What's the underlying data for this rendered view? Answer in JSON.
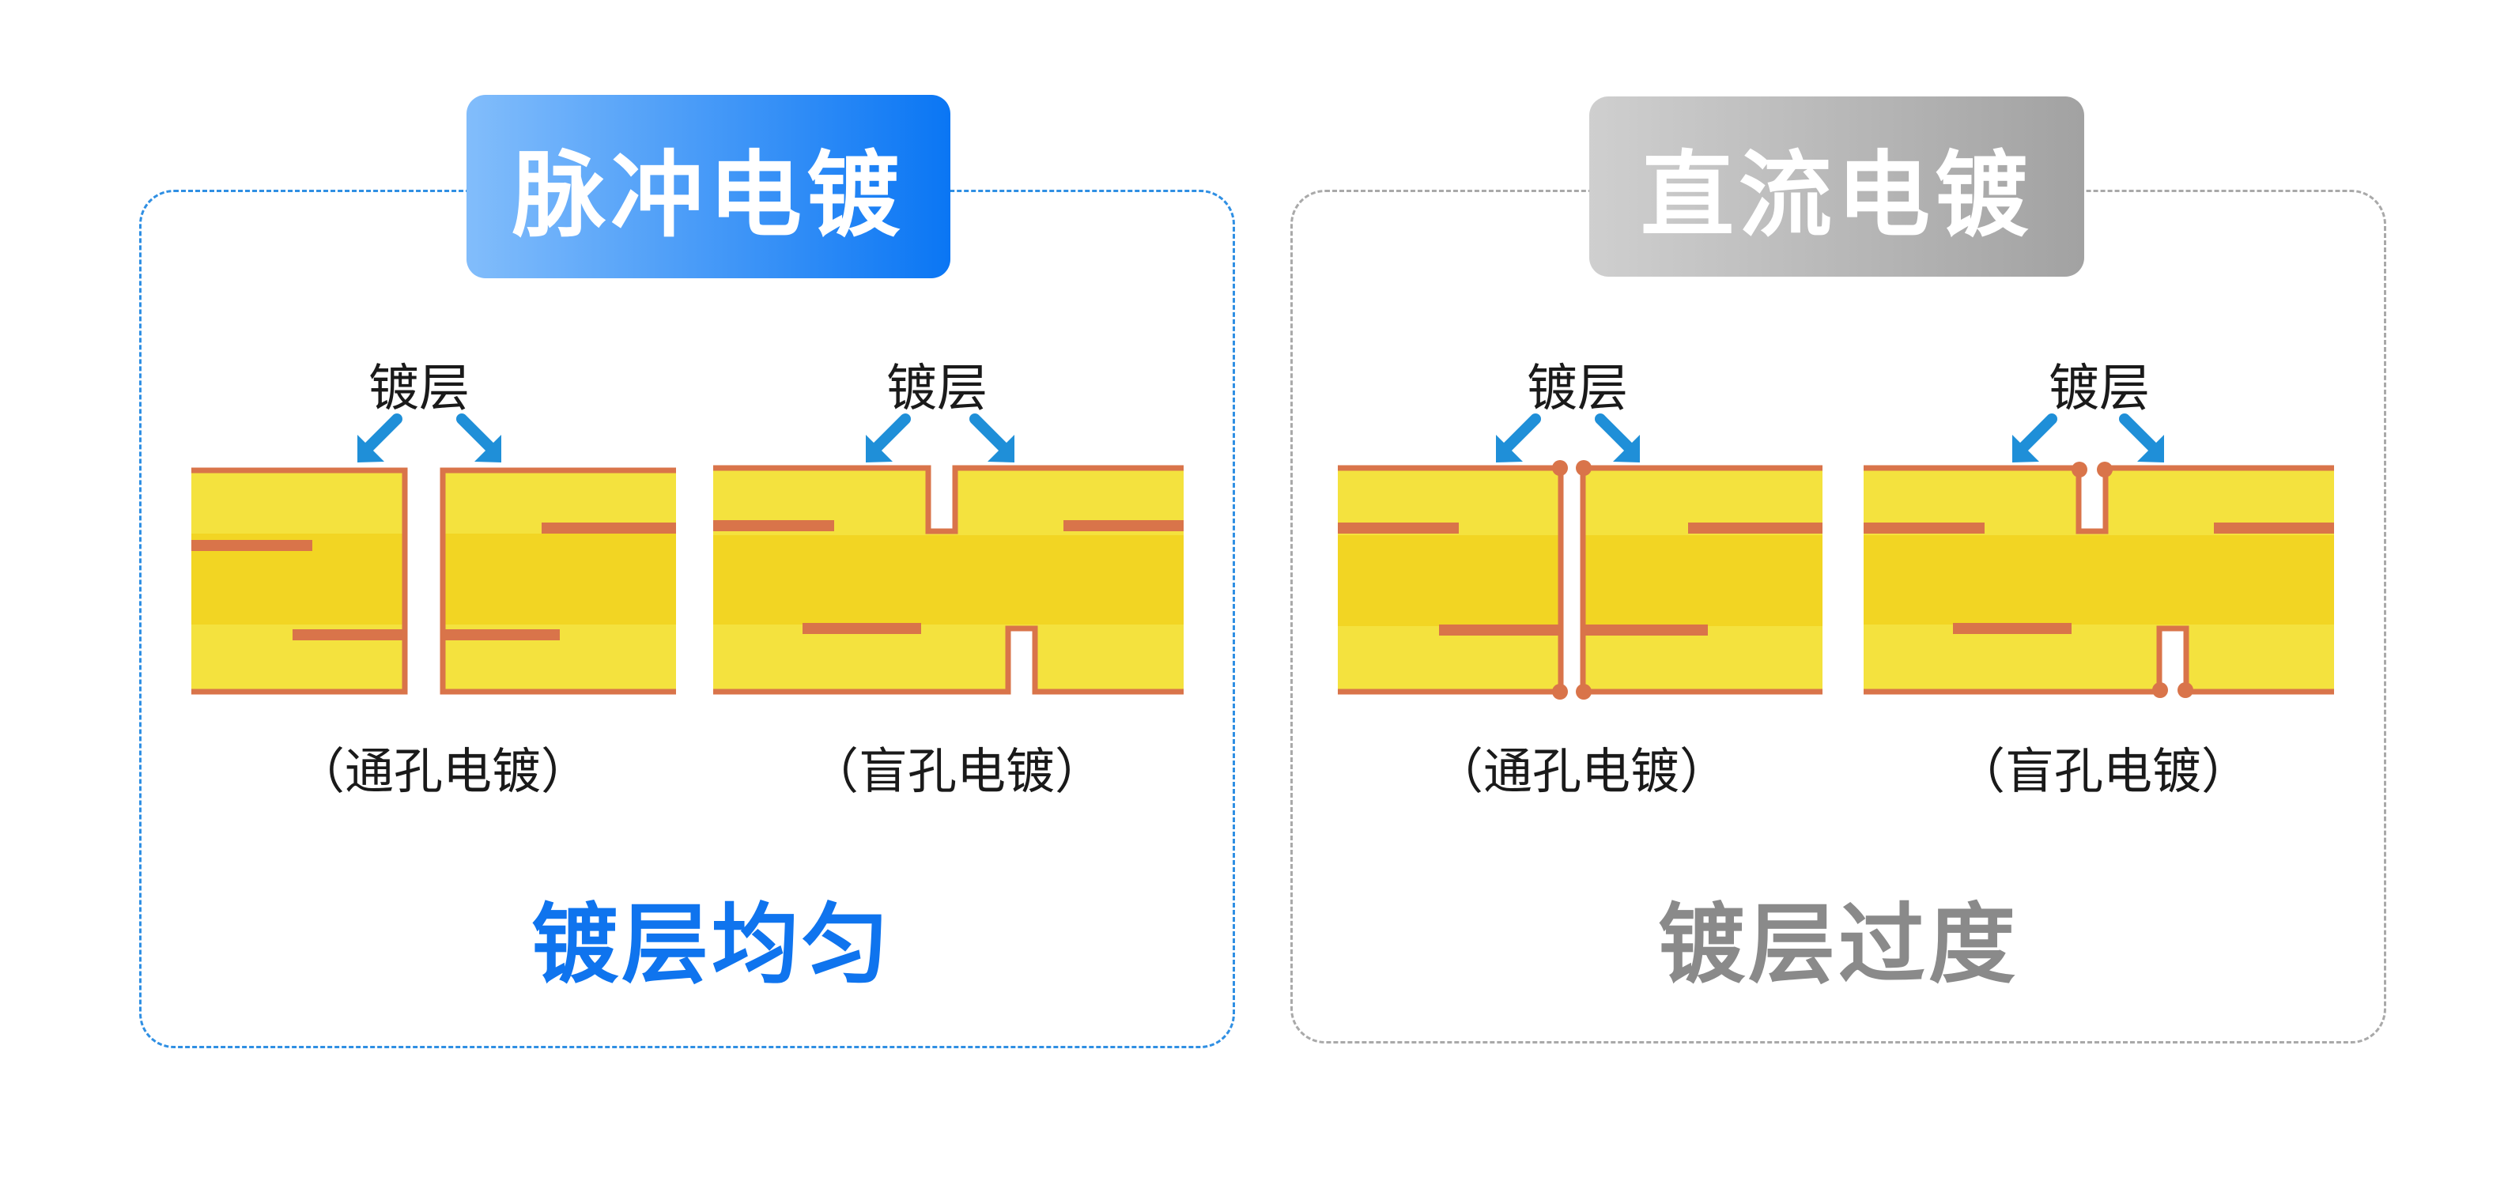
{
  "pulse": {
    "title": "脉冲电镀",
    "summary": "镀层均匀",
    "layer_label_1": "镀层",
    "layer_label_2": "镀层",
    "caption_through": "（通孔电镀）",
    "caption_blind": "（盲孔电镀）"
  },
  "dc": {
    "title": "直流电镀",
    "summary": "镀层过度",
    "layer_label_1": "镀层",
    "layer_label_2": "镀层",
    "caption_through": "（通孔电镀）",
    "caption_blind": "（盲孔电镀）"
  },
  "colors": {
    "accent_blue": "#0f74ee",
    "arrow_blue": "#1f8fd8",
    "copper": "#d9744a",
    "board_light": "#f4e23e",
    "board_dark": "#f2d523",
    "summary_grey": "#8a8a8a"
  }
}
